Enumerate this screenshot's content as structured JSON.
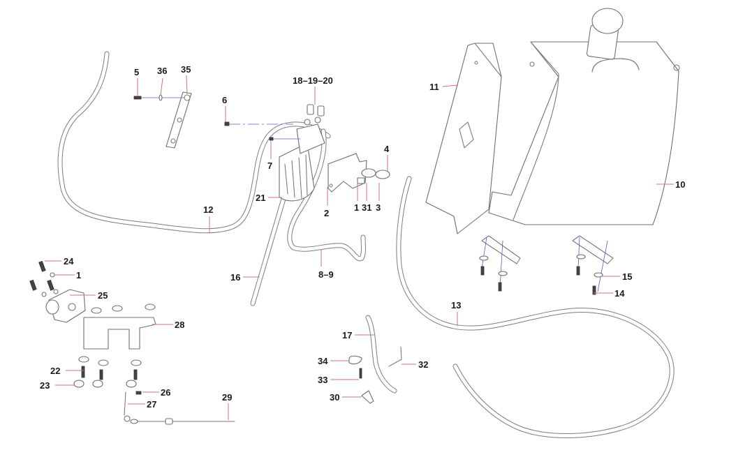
{
  "diagram": {
    "type": "exploded-parts-diagram",
    "subject": "fuel tank and fuel line assembly",
    "callouts": [
      {
        "id": "5",
        "label": "5"
      },
      {
        "id": "36",
        "label": "36"
      },
      {
        "id": "35",
        "label": "35"
      },
      {
        "id": "6",
        "label": "6"
      },
      {
        "id": "18-19-20",
        "label": "18–19–20"
      },
      {
        "id": "7",
        "label": "7"
      },
      {
        "id": "21",
        "label": "21"
      },
      {
        "id": "12",
        "label": "12"
      },
      {
        "id": "16",
        "label": "16"
      },
      {
        "id": "2",
        "label": "2"
      },
      {
        "id": "4",
        "label": "4"
      },
      {
        "id": "1a",
        "label": "1"
      },
      {
        "id": "31",
        "label": "31"
      },
      {
        "id": "3",
        "label": "3"
      },
      {
        "id": "8-9",
        "label": "8–9"
      },
      {
        "id": "11",
        "label": "11"
      },
      {
        "id": "10",
        "label": "10"
      },
      {
        "id": "15",
        "label": "15"
      },
      {
        "id": "14",
        "label": "14"
      },
      {
        "id": "13",
        "label": "13"
      },
      {
        "id": "24",
        "label": "24"
      },
      {
        "id": "1b",
        "label": "1"
      },
      {
        "id": "25",
        "label": "25"
      },
      {
        "id": "28",
        "label": "28"
      },
      {
        "id": "22",
        "label": "22"
      },
      {
        "id": "23",
        "label": "23"
      },
      {
        "id": "26",
        "label": "26"
      },
      {
        "id": "27",
        "label": "27"
      },
      {
        "id": "29",
        "label": "29"
      },
      {
        "id": "17",
        "label": "17"
      },
      {
        "id": "34",
        "label": "34"
      },
      {
        "id": "33",
        "label": "33"
      },
      {
        "id": "32",
        "label": "32"
      },
      {
        "id": "30",
        "label": "30"
      }
    ],
    "colors": {
      "line": "#7a7a7a",
      "leader": "#d07080",
      "axis": "#5a5ac8",
      "label": "#1a1a1a",
      "background": "#ffffff"
    }
  }
}
